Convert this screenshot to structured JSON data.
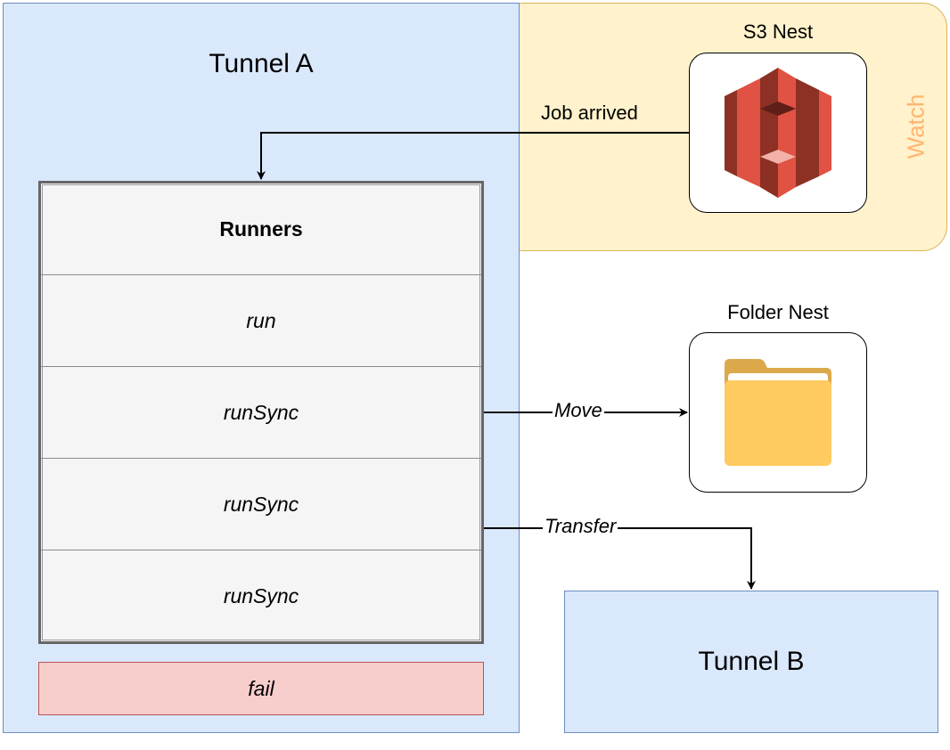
{
  "watch_zone": {
    "label": "Watch",
    "fill": "#fff2cc",
    "stroke": "#d6b656",
    "label_color": "#ffb570"
  },
  "tunnel_a": {
    "title": "Tunnel A",
    "fill": "#dae8fc",
    "stroke": "#6c8ebf"
  },
  "runners": {
    "header": "Runners",
    "rows": [
      "run",
      "runSync",
      "runSync",
      "runSync"
    ],
    "fill": "#f5f5f5",
    "stroke": "#666666"
  },
  "fail": {
    "label": "fail",
    "fill": "#f8cecc",
    "stroke": "#b85450"
  },
  "s3_nest": {
    "caption": "S3 Nest",
    "icon": "amazon-s3-icon"
  },
  "folder_nest": {
    "caption": "Folder Nest",
    "icon": "folder-icon"
  },
  "tunnel_b": {
    "title": "Tunnel B",
    "fill": "#dae8fc",
    "stroke": "#6c8ebf"
  },
  "edges": {
    "job_arrived": "Job arrived",
    "move": "Move",
    "transfer": "Transfer"
  }
}
